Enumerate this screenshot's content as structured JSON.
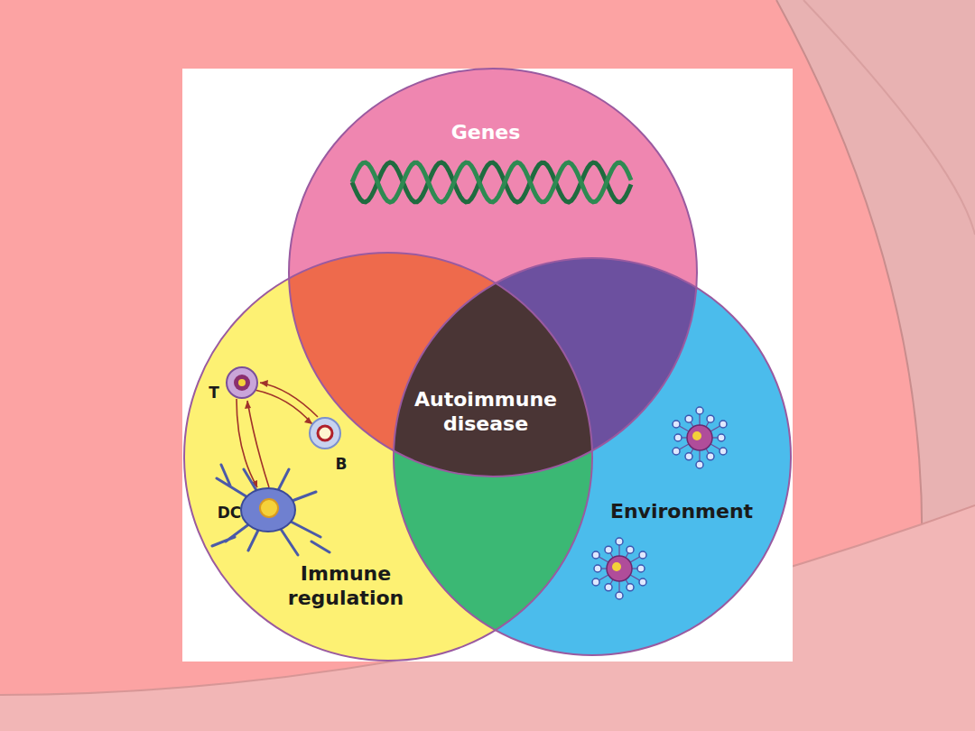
{
  "diagram": {
    "nodes": [
      {
        "text": [
          "Genes"
        ]
      },
      {
        "text": [
          "Immune regulation"
        ]
      },
      {
        "text": [
          "Environment"
        ]
      },
      {
        "text": [
          "Autoimmune disease"
        ]
      }
    ],
    "labels": [
      "T",
      "B",
      "DC"
    ]
  }
}
